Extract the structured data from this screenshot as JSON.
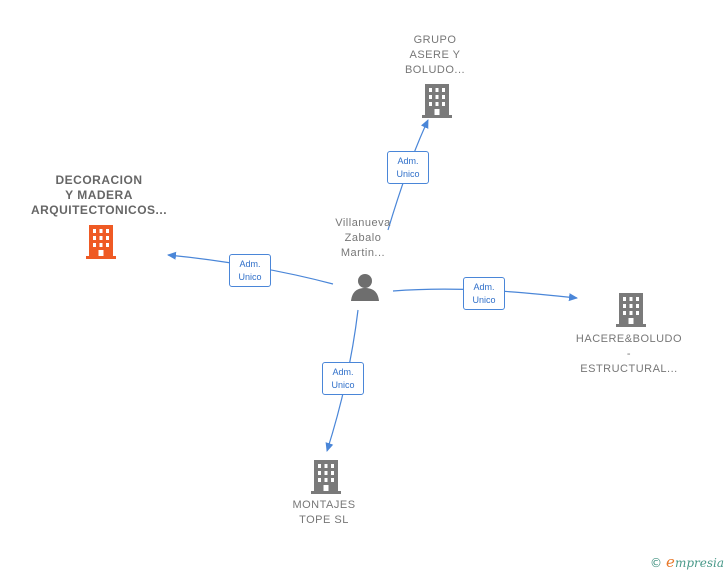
{
  "colors": {
    "edge": "#4a86d8",
    "building": "#7a7a7a",
    "building_highlight": "#ef5a24",
    "person": "#6e6e6e"
  },
  "center": {
    "lines": [
      "Villanueva",
      "Zabalo",
      "Martin..."
    ],
    "icon": "person-icon"
  },
  "companies": [
    {
      "id": "grupo",
      "lines": [
        "GRUPO",
        "ASERE Y",
        "BOLUDO..."
      ],
      "icon": "building-icon",
      "highlight": false,
      "bold": false
    },
    {
      "id": "decoracion",
      "lines": [
        "DECORACION",
        "Y MADERA",
        "ARQUITECTONICOS..."
      ],
      "icon": "building-icon",
      "highlight": true,
      "bold": true
    },
    {
      "id": "hacere",
      "lines": [
        "HACERE&BOLUDO",
        "-",
        "ESTRUCTURAL..."
      ],
      "icon": "building-icon",
      "highlight": false,
      "bold": false
    },
    {
      "id": "montajes",
      "lines": [
        "MONTAJES",
        "TOPE  SL"
      ],
      "icon": "building-icon",
      "highlight": false,
      "bold": false
    }
  ],
  "relations": [
    {
      "to": "grupo",
      "label_1": "Adm.",
      "label_2": "Unico"
    },
    {
      "to": "decoracion",
      "label_1": "Adm.",
      "label_2": "Unico"
    },
    {
      "to": "hacere",
      "label_1": "Adm.",
      "label_2": "Unico"
    },
    {
      "to": "montajes",
      "label_1": "Adm.",
      "label_2": "Unico"
    }
  ],
  "footer": {
    "copyright_symbol": "©",
    "brand_initial": "e",
    "brand_rest": "mpresia"
  }
}
